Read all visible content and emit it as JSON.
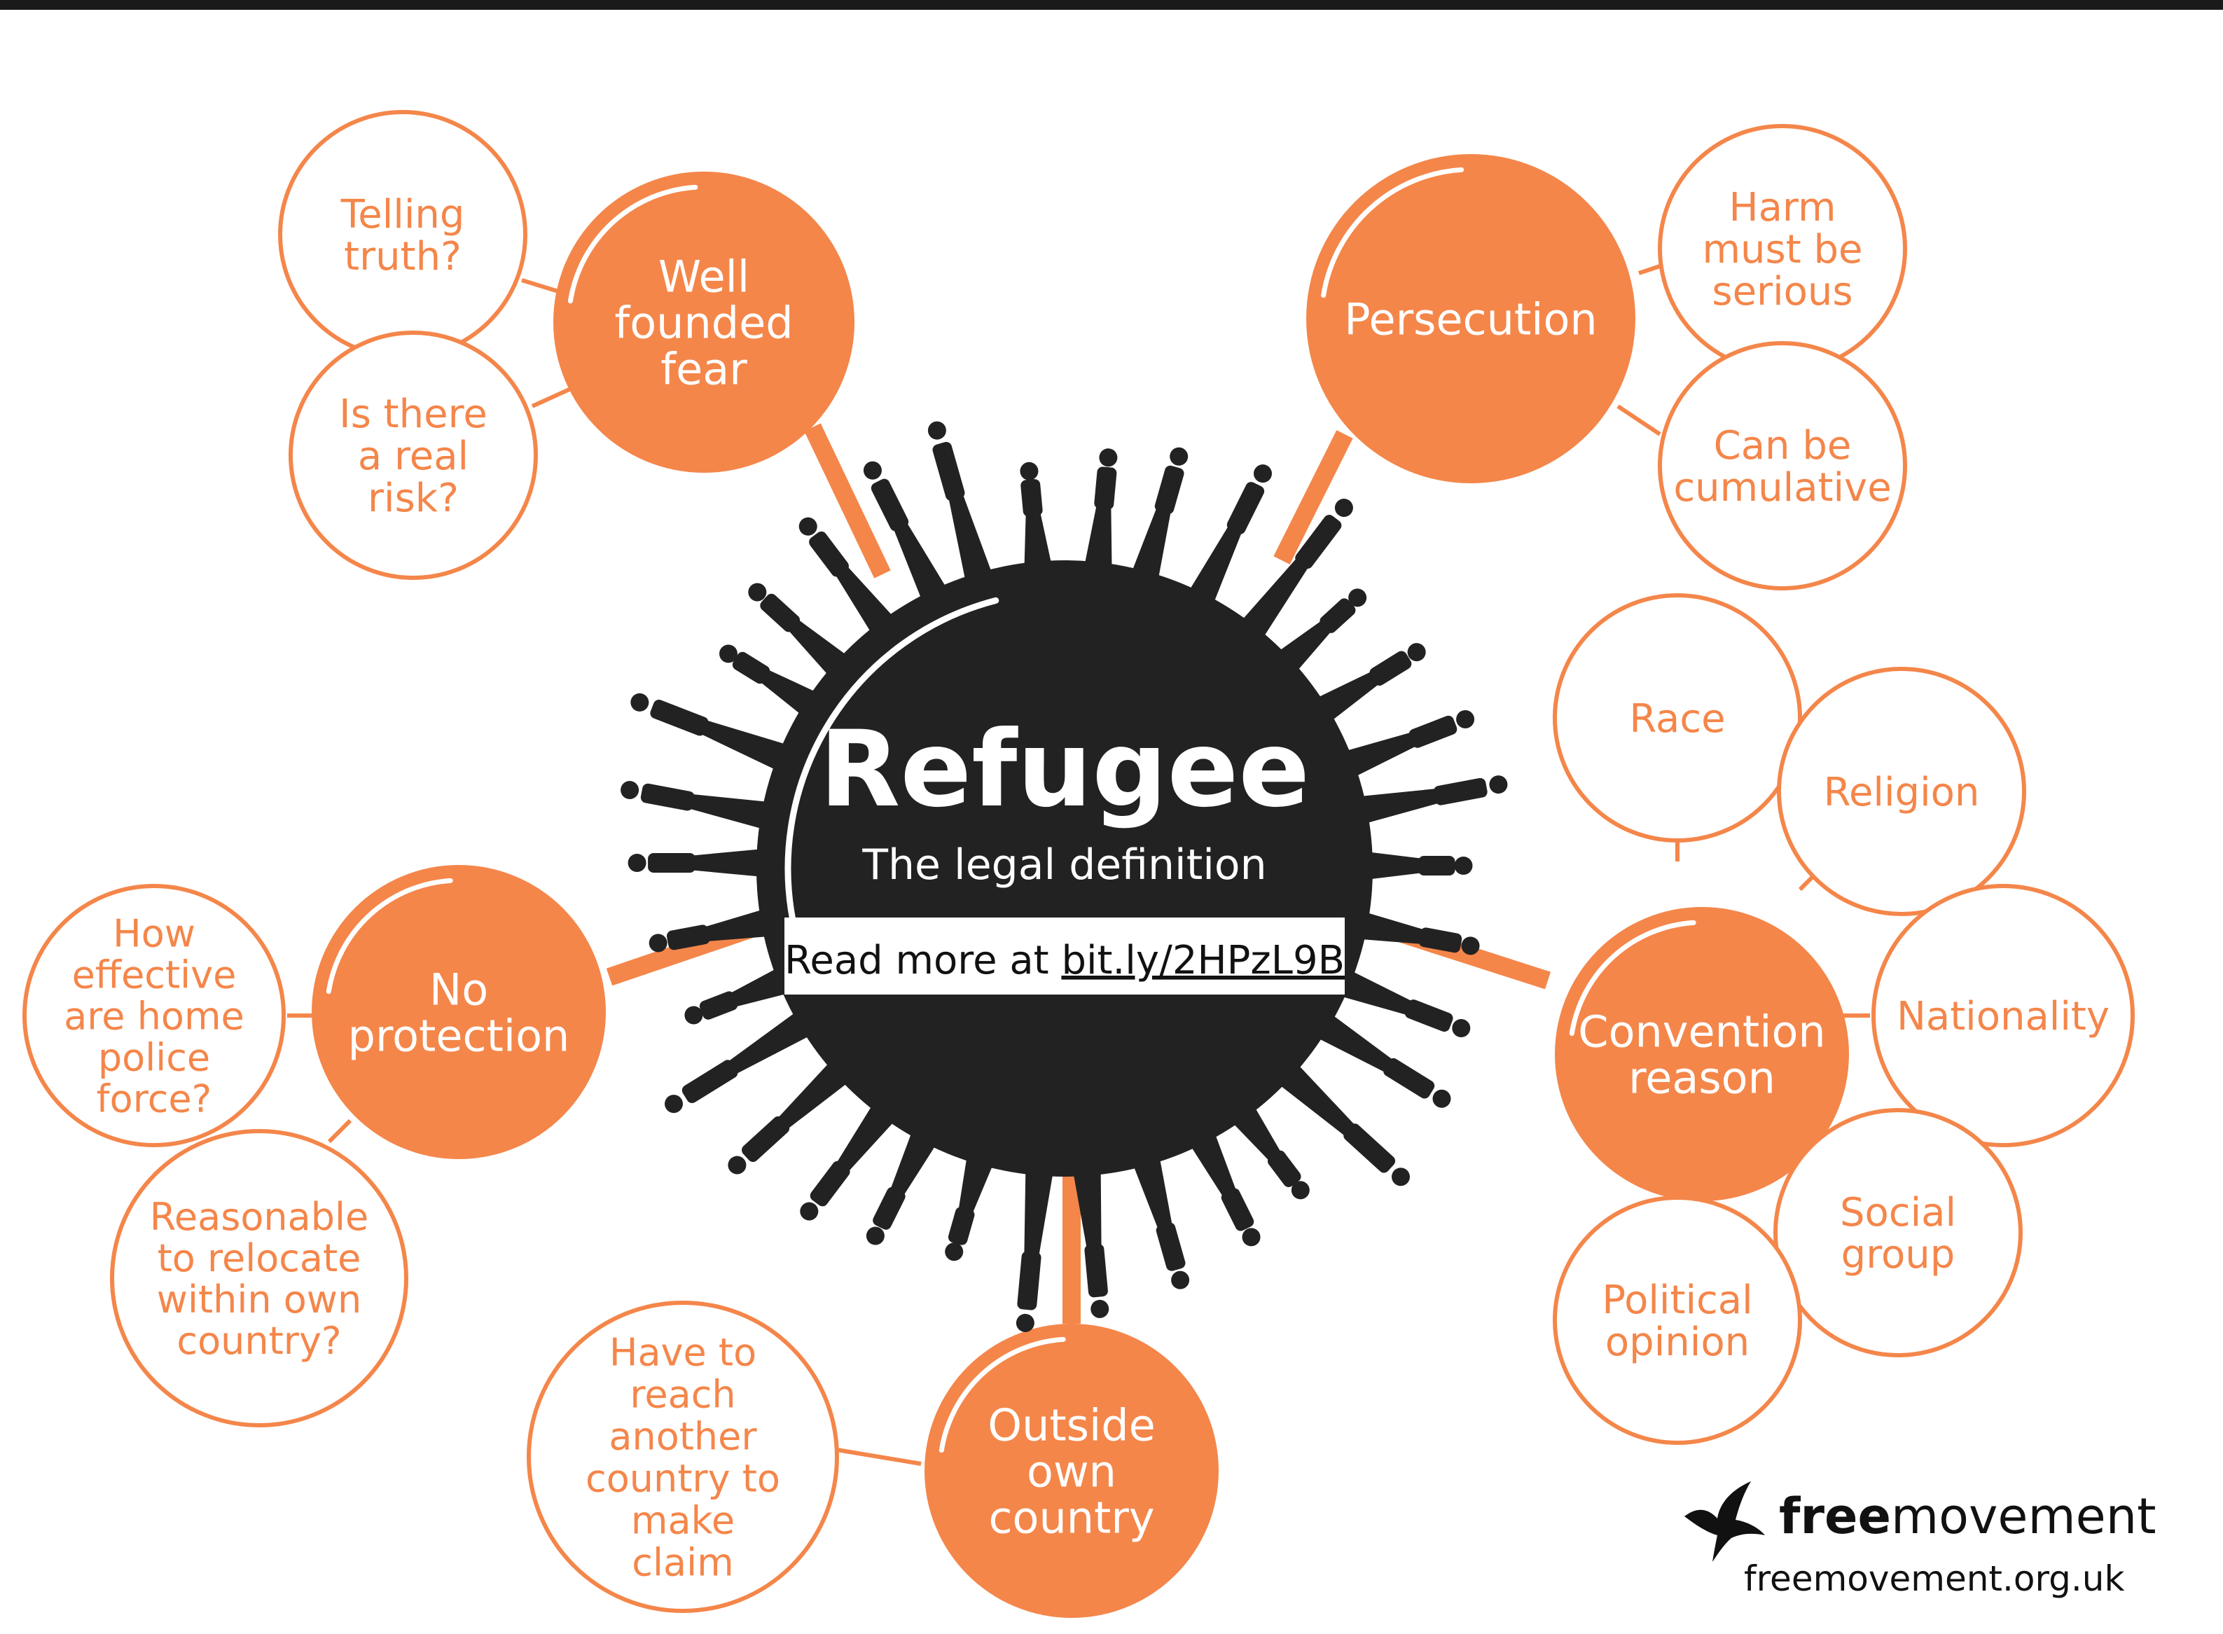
{
  "colors": {
    "accent": "#f4864a",
    "dark": "#222222",
    "white": "#ffffff",
    "topbar": "#1a1a1a"
  },
  "center": {
    "title": "Refugee",
    "subtitle": "The legal definition",
    "read_more_prefix": "Read more at ",
    "link": "bit.ly/2HPzL9B"
  },
  "nodes": {
    "well_founded_fear": {
      "lines": [
        "Well",
        "founded",
        "fear"
      ],
      "children": {
        "telling_truth": [
          "Telling",
          "truth?"
        ],
        "real_risk": [
          "Is there",
          "a real",
          "risk?"
        ]
      }
    },
    "persecution": {
      "lines": [
        "Persecution"
      ],
      "children": {
        "harm_serious": [
          "Harm",
          "must be",
          "serious"
        ],
        "cumulative": [
          "Can be",
          "cumulative"
        ]
      }
    },
    "convention_reason": {
      "lines": [
        "Convention",
        "reason"
      ],
      "children": {
        "race": [
          "Race"
        ],
        "religion": [
          "Religion"
        ],
        "nationality": [
          "Nationality"
        ],
        "social_group": [
          "Social",
          "group"
        ],
        "political_opinion": [
          "Political",
          "opinion"
        ]
      }
    },
    "outside_own_country": {
      "lines": [
        "Outside",
        "own",
        "country"
      ],
      "children": {
        "reach_another": [
          "Have to",
          "reach",
          "another",
          "country to",
          "make",
          "claim"
        ]
      }
    },
    "no_protection": {
      "lines": [
        "No",
        "protection"
      ],
      "children": {
        "police_effective": [
          "How",
          "effective",
          "are home",
          "police",
          "force?"
        ],
        "relocate": [
          "Reasonable",
          "to relocate",
          "within own",
          "country?"
        ]
      }
    }
  },
  "logo": {
    "brand_bold": "free",
    "brand_rest": "movement",
    "url": "freemovement.org.uk",
    "icon": "bird-icon"
  }
}
